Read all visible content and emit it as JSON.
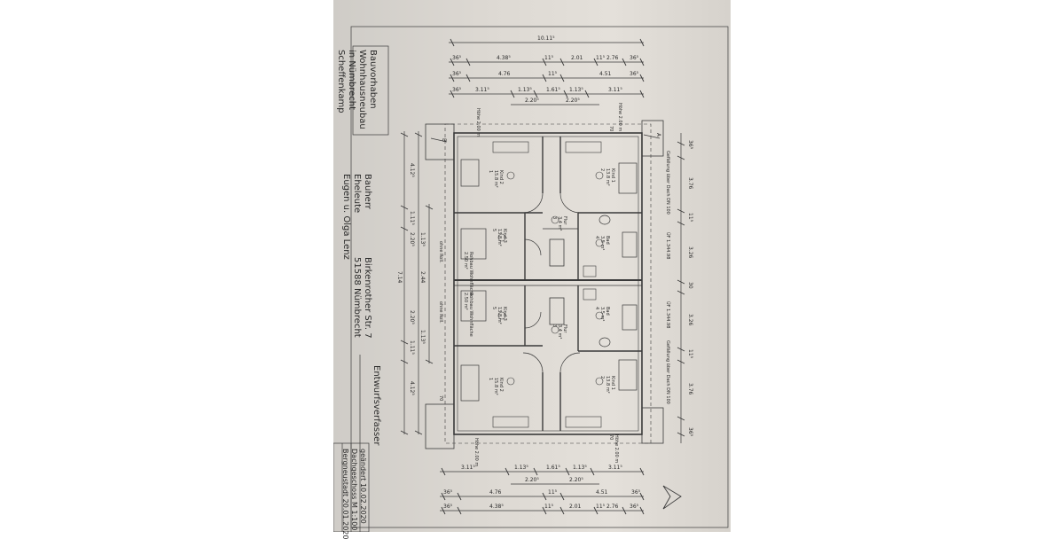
{
  "title_block": {
    "project_lines": [
      "Bauvorhaben",
      "Wohnhausneubau",
      "in Nümbrecht",
      "Scheffenkamp"
    ],
    "client_lines": [
      "Bauherr",
      "Eheleute",
      "Eugen u. Olga Lenz"
    ],
    "address_lines": [
      "Birkenrother Str. 7",
      "51588 Nümbrecht"
    ],
    "designer": "Entwurfsverfasser",
    "revision_lines": [
      "geändert 10.02.2020",
      "Dachgeschoss M 1:100",
      "Bergneustadt 20.01.2020"
    ]
  },
  "dimensions": {
    "overall": "10.11⁵",
    "row1": [
      "36⁵",
      "4.38⁵",
      "11⁵",
      "2.01",
      "11⁵",
      "2.76",
      "36⁵"
    ],
    "row2": [
      "36⁵",
      "4.76",
      "11⁵",
      "4.51",
      "36⁵"
    ],
    "row3": [
      "36⁵",
      "3.11⁵",
      "1.13⁵",
      "1.61⁵",
      "1.13⁵",
      "3.11⁵"
    ],
    "row4": [
      "2.20⁵",
      "2.20⁵"
    ],
    "right": [
      "36⁵",
      "3.76",
      "11⁵",
      "3.26",
      "30",
      "3.26",
      "11⁵",
      "3.76",
      "36⁵"
    ],
    "left": [
      "4.12⁵",
      "1.11⁵",
      "1.13⁵",
      "2.20⁵",
      "7.14",
      "2.44",
      "1.13⁵",
      "2.20⁵",
      "1.11⁵",
      "4.12⁵"
    ],
    "offsets": [
      "70",
      "70",
      "70"
    ],
    "heights": [
      "Höhe 2.00 m",
      "Höhe 2.00 m",
      "Höhe 2.00 m",
      "Höhe 2.00 m"
    ],
    "section_marks": [
      "B",
      "A"
    ]
  },
  "rooms": [
    {
      "name": "Kind 2",
      "area": "15.8 m²",
      "num": "1"
    },
    {
      "name": "Kind 1",
      "area": "13.8 m²",
      "num": "2"
    },
    {
      "name": "Flur",
      "area": "3.4 m²",
      "num": "3"
    },
    {
      "name": "Bad",
      "area": "3.5 m²",
      "num": "4"
    },
    {
      "name": "Kind 3",
      "area": "13.8 m²",
      "num": "5"
    },
    {
      "name": "Rohbau Wohnfläche",
      "area": "2.50 m²",
      "num": ""
    },
    {
      "name": "Rohbau Wohnfläche",
      "area": "2.50 m²",
      "num": ""
    },
    {
      "name": "Kind 3",
      "area": "13.8 m²",
      "num": "5"
    },
    {
      "name": "Flur",
      "area": "3.4 m²",
      "num": "3"
    },
    {
      "name": "Bad",
      "area": "3.5 m²",
      "num": "4"
    },
    {
      "name": "Kind 2",
      "area": "15.8 m²",
      "num": "1"
    },
    {
      "name": "Kind 1",
      "area": "13.8 m²",
      "num": "2"
    }
  ],
  "notes": {
    "ohne_rolladen": [
      "ohne Roll.",
      "ohne Roll."
    ],
    "ridge": [
      "Gefällung über Dach DN 100",
      "Gefällung über Dach DN 100"
    ],
    "ff": [
      "ÜF 1.344.98",
      "ÜF 1.344.98"
    ]
  }
}
